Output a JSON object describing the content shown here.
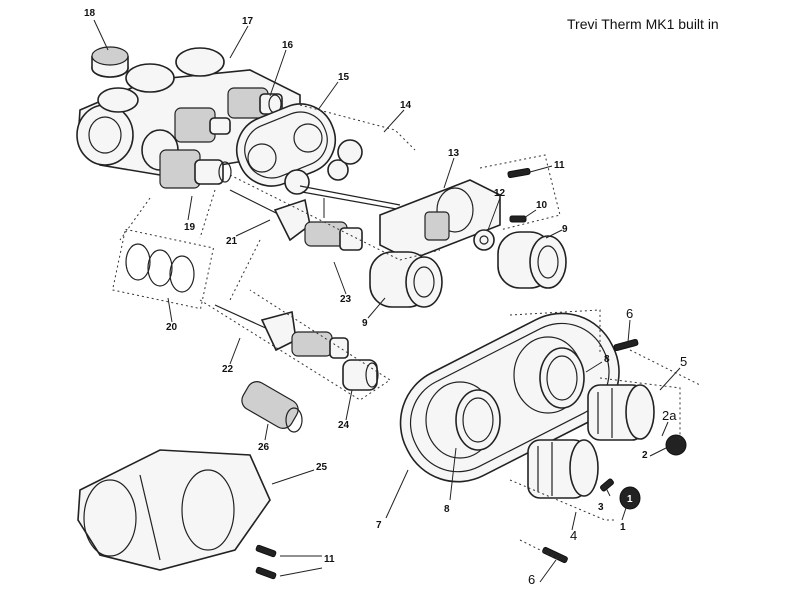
{
  "title": "Trevi Therm MK1 built in",
  "callouts": {
    "c18": "18",
    "c17": "17",
    "c16": "16",
    "c15": "15",
    "c14": "14",
    "c13": "13",
    "c11a": "11",
    "c12": "12",
    "c10": "10",
    "c9a": "9",
    "c9b": "9",
    "c19": "19",
    "c21": "21",
    "c23": "23",
    "c20": "20",
    "c22": "22",
    "c24": "24",
    "c26": "26",
    "c25": "25",
    "c11b": "11",
    "c6a": "6",
    "c5": "5",
    "c8a": "8",
    "c2a": "2a",
    "c2": "2",
    "c7": "7",
    "c8b": "8",
    "c3": "3",
    "c1": "1",
    "c4": "4",
    "c6b": "6"
  }
}
